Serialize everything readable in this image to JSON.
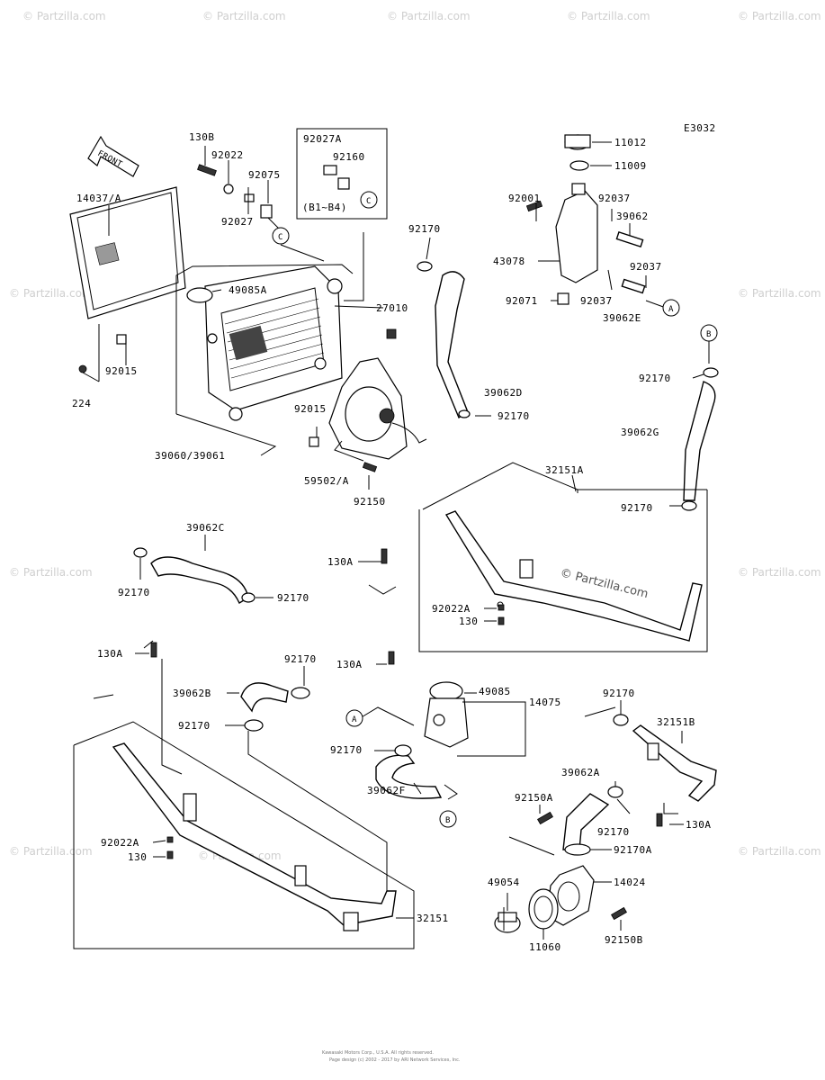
{
  "diagram_code": "E3032",
  "front_arrow_label": "FRONT",
  "watermark": "© Partzilla.com",
  "center_watermark": "© Partzilla.com",
  "footer_line1": "Kawasaki Motors Corp., U.S.A. All rights reserved.",
  "footer_line2": "Page design (c) 2002 - 2017 by ARI Network Services, Inc.",
  "callouts": {
    "A": "A",
    "B": "B",
    "C": "C"
  },
  "inset_note": "(B1~B4)",
  "parts": {
    "p130b": "130B",
    "p92022": "92022",
    "p92075": "92075",
    "p92027": "92027",
    "p92027a": "92027A",
    "p92160": "92160",
    "p14037a": "14037/A",
    "p49085a": "49085A",
    "p27010": "27010",
    "p92015_l": "92015",
    "p224": "224",
    "p39060": "39060/39061",
    "p92015_f": "92015",
    "p59502a": "59502/A",
    "p92150": "92150",
    "p92170_t": "92170",
    "p39062d": "39062D",
    "p92170_d": "92170",
    "p11012": "11012",
    "p11009": "11009",
    "p92001": "92001",
    "p92037_a": "92037",
    "p39062": "39062",
    "p43078": "43078",
    "p92037_b": "92037",
    "p92071": "92071",
    "p92037_c": "92037",
    "p39062e": "39062E",
    "p92170_g": "92170",
    "p39062g": "39062G",
    "p32151a": "32151A",
    "p92170_g2": "92170",
    "p39062c": "39062C",
    "p92170_c1": "92170",
    "p92170_c2": "92170",
    "p130a_m": "130A",
    "p92022a_m": "92022A",
    "p130_m": "130",
    "p130a_l": "130A",
    "p92170_b1": "92170",
    "p39062b": "39062B",
    "p92170_b2": "92170",
    "p130a_c": "130A",
    "p49085": "49085",
    "p14075": "14075",
    "p92170_f": "92170",
    "p39062f": "39062F",
    "p92170_r": "92170",
    "p32151b": "32151B",
    "p39062a": "39062A",
    "p92150a": "92150A",
    "p92170_r2": "92170",
    "p130a_r": "130A",
    "p92170a": "92170A",
    "p49054": "49054",
    "p14024": "14024",
    "p11060": "11060",
    "p92150b": "92150B",
    "p92022a_l": "92022A",
    "p130_l": "130",
    "p32151": "32151"
  }
}
